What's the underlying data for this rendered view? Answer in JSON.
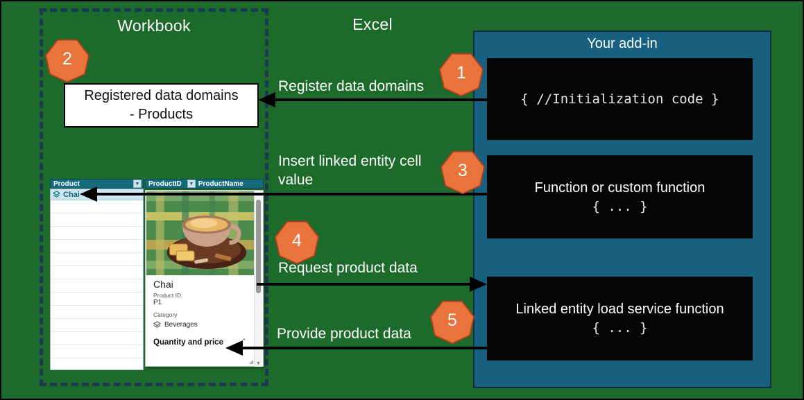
{
  "frame": {
    "workbook_label": "Workbook",
    "excel_label": "Excel"
  },
  "addin": {
    "title": "Your add-in",
    "init_box": {
      "code": "{ //Initialization code }"
    },
    "function_box": {
      "title": "Function or custom function",
      "code": "{ ... }"
    },
    "service_box": {
      "title": "Linked entity load service function",
      "code": "{ ... }"
    }
  },
  "workbook": {
    "registered_box": {
      "line1": "Registered data domains",
      "line2": "- Products"
    }
  },
  "arrows": {
    "register": {
      "label": "Register data domains"
    },
    "insert": {
      "label": "Insert linked entity cell value"
    },
    "request": {
      "label": "Request product data"
    },
    "provide": {
      "label": "Provide product data"
    }
  },
  "badges": {
    "one": "1",
    "two": "2",
    "three": "3",
    "four": "4",
    "five": "5"
  },
  "sheet": {
    "columns": [
      "Product",
      "ProductID",
      "ProductName"
    ],
    "cell_value": "Chai",
    "card": {
      "title": "Chai",
      "product_id_label": "Product ID",
      "product_id_value": "P1",
      "category_label": "Category",
      "category_value": "Beverages",
      "section_label": "Quantity and price"
    }
  },
  "icons": {
    "dropdown": "dropdown-icon",
    "linked_entity": "linked-entity-icon",
    "scroll_up": "scroll-up-icon",
    "scroll_down": "scroll-down-icon",
    "section_chevron": "chevron-up-icon"
  },
  "colors": {
    "background_green": "#1d6b2b",
    "panel_blue": "#186080",
    "dash_navy": "#1b3a52",
    "code_box_black": "#040404",
    "badge_orange": "#e8743c",
    "badge_border": "#a8401f",
    "sheet_header_teal": "#146b7c",
    "row_highlight_blue": "#cde7f2",
    "arrow_black": "#000000"
  }
}
